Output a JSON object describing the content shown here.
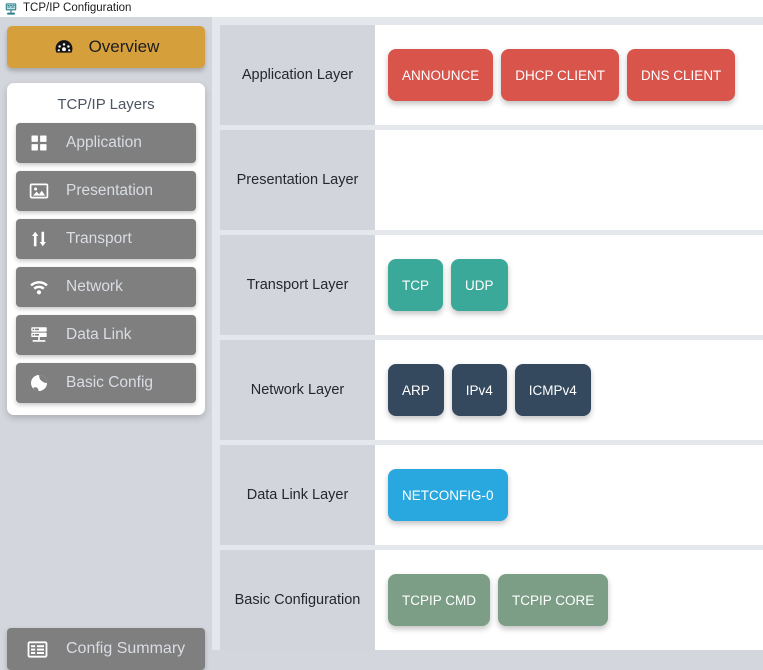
{
  "window": {
    "title": "TCP/IP Configuration",
    "icon": "network-computer-icon"
  },
  "sidebar": {
    "overview": {
      "label": "Overview",
      "icon": "gauge-icon",
      "color": "#d5a03c",
      "active": true
    },
    "layers_panel": {
      "title": "TCP/IP Layers",
      "items": [
        {
          "label": "Application",
          "icon": "grid-icon"
        },
        {
          "label": "Presentation",
          "icon": "image-icon"
        },
        {
          "label": "Transport",
          "icon": "arrows-up-down-icon"
        },
        {
          "label": "Network",
          "icon": "wifi-icon"
        },
        {
          "label": "Data Link",
          "icon": "server-icon"
        },
        {
          "label": "Basic Config",
          "icon": "globe-icon"
        }
      ]
    },
    "summary": {
      "label": "Config Summary",
      "icon": "list-icon"
    }
  },
  "main": {
    "rows": [
      {
        "label": "Application Layer",
        "color": "#d9544a",
        "items": [
          "ANNOUNCE",
          "DHCP CLIENT",
          "DNS CLIENT"
        ]
      },
      {
        "label": "Presentation Layer",
        "color": "#d9544a",
        "items": []
      },
      {
        "label": "Transport Layer",
        "color": "#3aa99a",
        "items": [
          "TCP",
          "UDP"
        ]
      },
      {
        "label": "Network Layer",
        "color": "#34495e",
        "items": [
          "ARP",
          "IPv4",
          "ICMPv4"
        ]
      },
      {
        "label": "Data Link Layer",
        "color": "#29a8df",
        "items": [
          "NETCONFIG-0"
        ]
      },
      {
        "label": "Basic Configuration",
        "color": "#7d9e86",
        "items": [
          "TCPIP CMD",
          "TCPIP CORE"
        ]
      }
    ]
  },
  "theme": {
    "window_bg": "#d3d6dc",
    "content_bg": "#e4e8ec",
    "row_label_bg": "#d2d5db",
    "row_body_bg": "#ffffff",
    "sidebar_button_bg": "#7f7f7f",
    "sidebar_button_text": "#d9dde3"
  }
}
